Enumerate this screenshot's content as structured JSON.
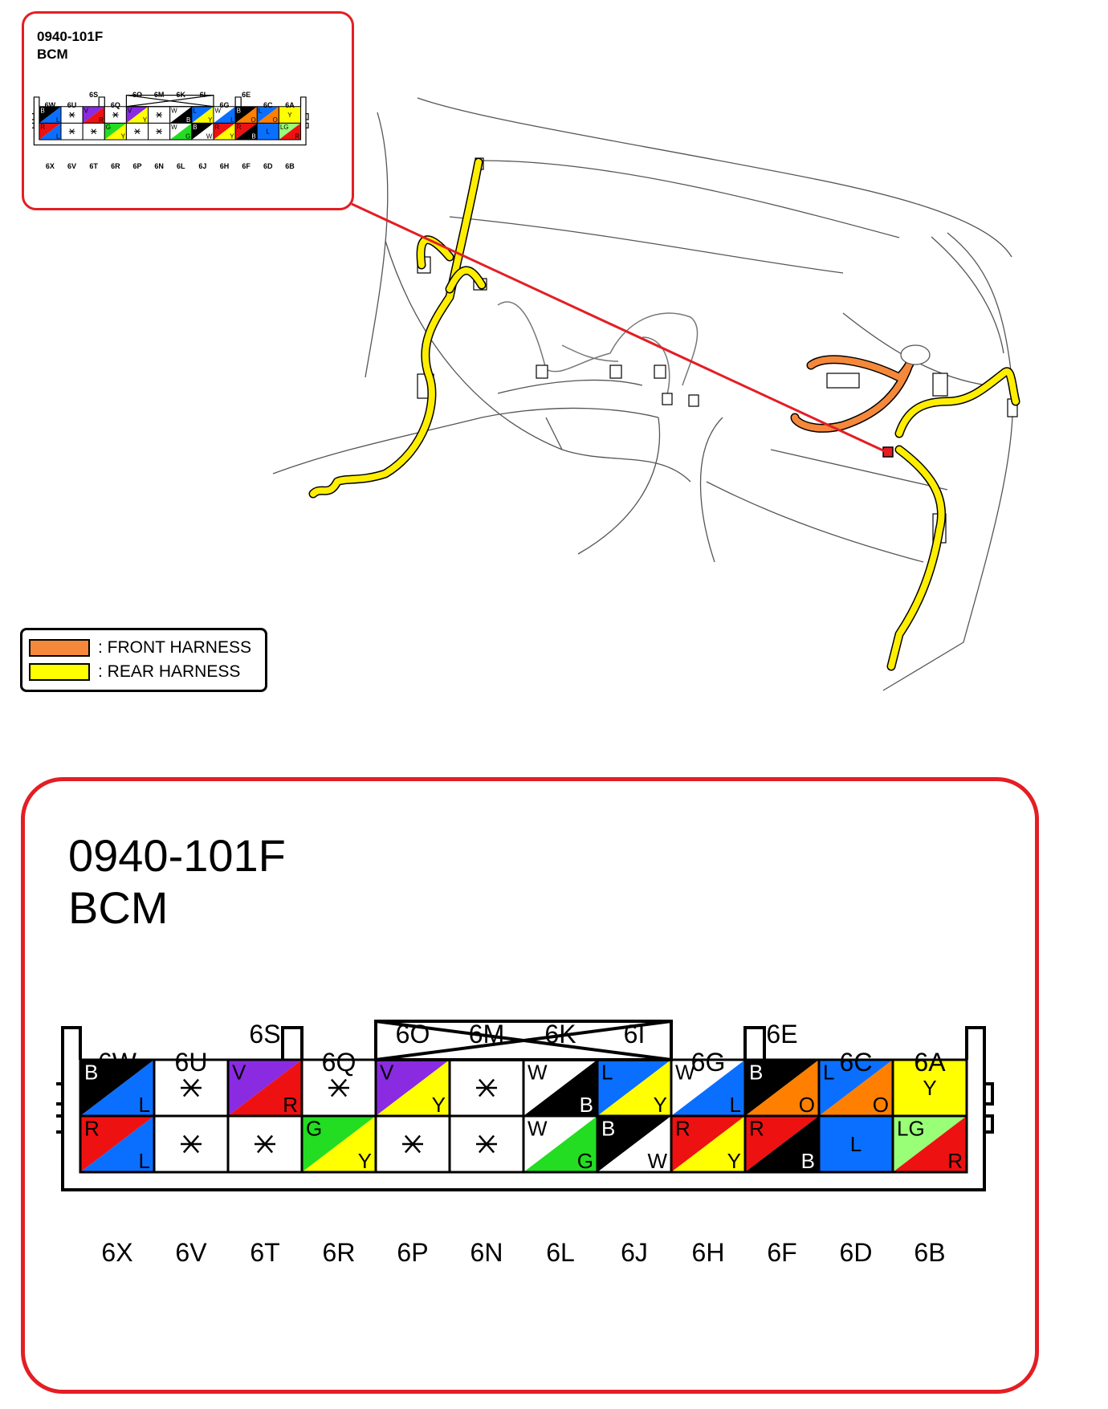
{
  "connector": {
    "code": "0940-101F",
    "name": "BCM"
  },
  "legend": {
    "items": [
      {
        "color": "#f5883a",
        "label": ": FRONT HARNESS"
      },
      {
        "color": "#ffff00",
        "label": ": REAR HARNESS"
      }
    ]
  },
  "colors": {
    "B": "#000000",
    "L": "#0a6fff",
    "R": "#ee1111",
    "V": "#8a2be2",
    "Y": "#ffff00",
    "W": "#ffffff",
    "G": "#22dd22",
    "O": "#ff7f00",
    "LG": "#99ff77",
    "frame": "#e31e24",
    "front_harness": "#f5883a",
    "rear_harness": "#ffee00"
  },
  "pins": {
    "top_labels_high": [
      "6S",
      "6O",
      "6M",
      "6K",
      "6I",
      "6E"
    ],
    "top_labels_low": [
      "6W",
      "6U",
      "6Q",
      "6G",
      "6C",
      "6A"
    ],
    "bottom_labels": [
      "6X",
      "6V",
      "6T",
      "6R",
      "6P",
      "6N",
      "6L",
      "6J",
      "6H",
      "6F",
      "6D",
      "6B"
    ],
    "top_row": [
      {
        "pin": "6W",
        "c1": "B",
        "c2": "L"
      },
      {
        "pin": "6U",
        "empty": true
      },
      {
        "pin": "6S",
        "c1": "V",
        "c2": "R"
      },
      {
        "pin": "6Q",
        "empty": true
      },
      {
        "pin": "6O",
        "c1": "V",
        "c2": "Y"
      },
      {
        "pin": "6M",
        "empty": true
      },
      {
        "pin": "6K",
        "c1": "W",
        "c2": "B"
      },
      {
        "pin": "6I",
        "c1": "L",
        "c2": "Y"
      },
      {
        "pin": "6G",
        "c1": "W",
        "c2": "L"
      },
      {
        "pin": "6E",
        "c1": "B",
        "c2": "O"
      },
      {
        "pin": "6C",
        "c1": "L",
        "c2": "O"
      },
      {
        "pin": "6A",
        "c1": "Y",
        "solid": true
      }
    ],
    "bottom_row": [
      {
        "pin": "6X",
        "c1": "R",
        "c2": "L"
      },
      {
        "pin": "6V",
        "empty": true
      },
      {
        "pin": "6T",
        "empty": true
      },
      {
        "pin": "6R",
        "c1": "G",
        "c2": "Y"
      },
      {
        "pin": "6P",
        "empty": true
      },
      {
        "pin": "6N",
        "empty": true
      },
      {
        "pin": "6L",
        "c1": "W",
        "c2": "G"
      },
      {
        "pin": "6J",
        "c1": "B",
        "c2": "W"
      },
      {
        "pin": "6H",
        "c1": "R",
        "c2": "Y"
      },
      {
        "pin": "6F",
        "c1": "R",
        "c2": "B"
      },
      {
        "pin": "6D",
        "c1": "L",
        "solid": true
      },
      {
        "pin": "6B",
        "c1": "LG",
        "c2": "R"
      }
    ]
  }
}
